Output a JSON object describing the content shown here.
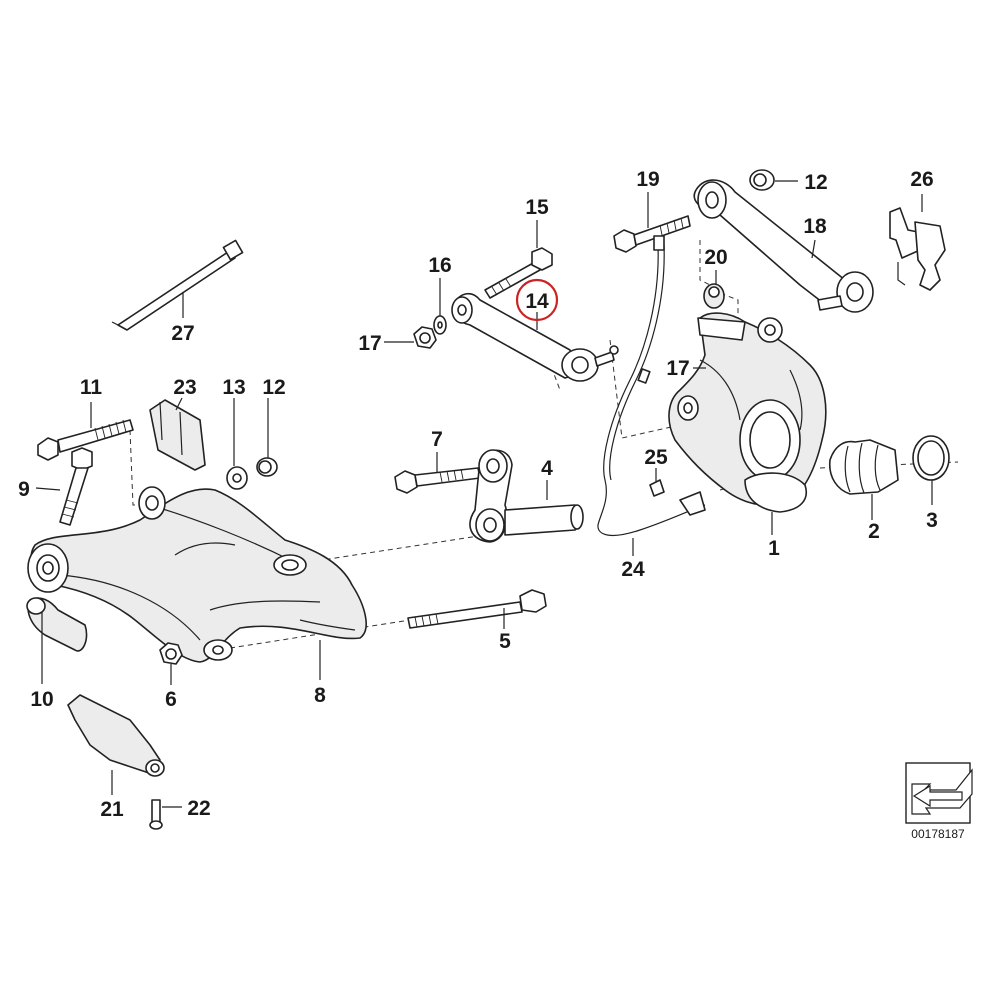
{
  "diagram": {
    "callouts": [
      "1",
      "2",
      "3",
      "4",
      "5",
      "6",
      "7",
      "8",
      "9",
      "10",
      "11",
      "12",
      "12",
      "13",
      "14",
      "15",
      "16",
      "17",
      "17",
      "18",
      "19",
      "20",
      "21",
      "22",
      "23",
      "24",
      "25",
      "26",
      "27"
    ],
    "highlighted_callout": "14",
    "highlight_color": "#cc2222",
    "reference_number": "00178187"
  }
}
